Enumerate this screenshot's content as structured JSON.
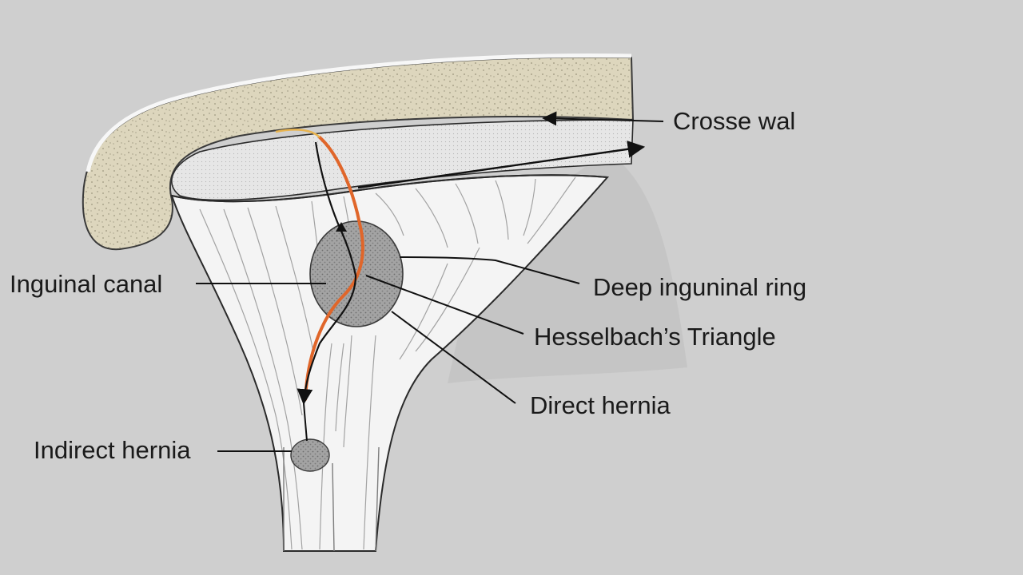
{
  "labels": {
    "crosse_wal": "Crosse wal",
    "inguinal_canal": "Inguinal canal",
    "deep_inguinal_ring": "Deep inguninal ring",
    "hesselbachs_triangle": "Hesselbach’s Triangle",
    "direct_hernia": "Direct hernia",
    "indirect_hernia": "Indirect hernia"
  },
  "colors": {
    "background": "#cfcfcf",
    "shadow": "#bdbdbd",
    "tissue_white": "#f4f4f4",
    "stippled_layer": "#ddd6bd",
    "stipple_dots": "#9e9880",
    "hernia_grey": "#9a9a9a",
    "cord_orange": "#e0662a",
    "line_black": "#111111"
  }
}
